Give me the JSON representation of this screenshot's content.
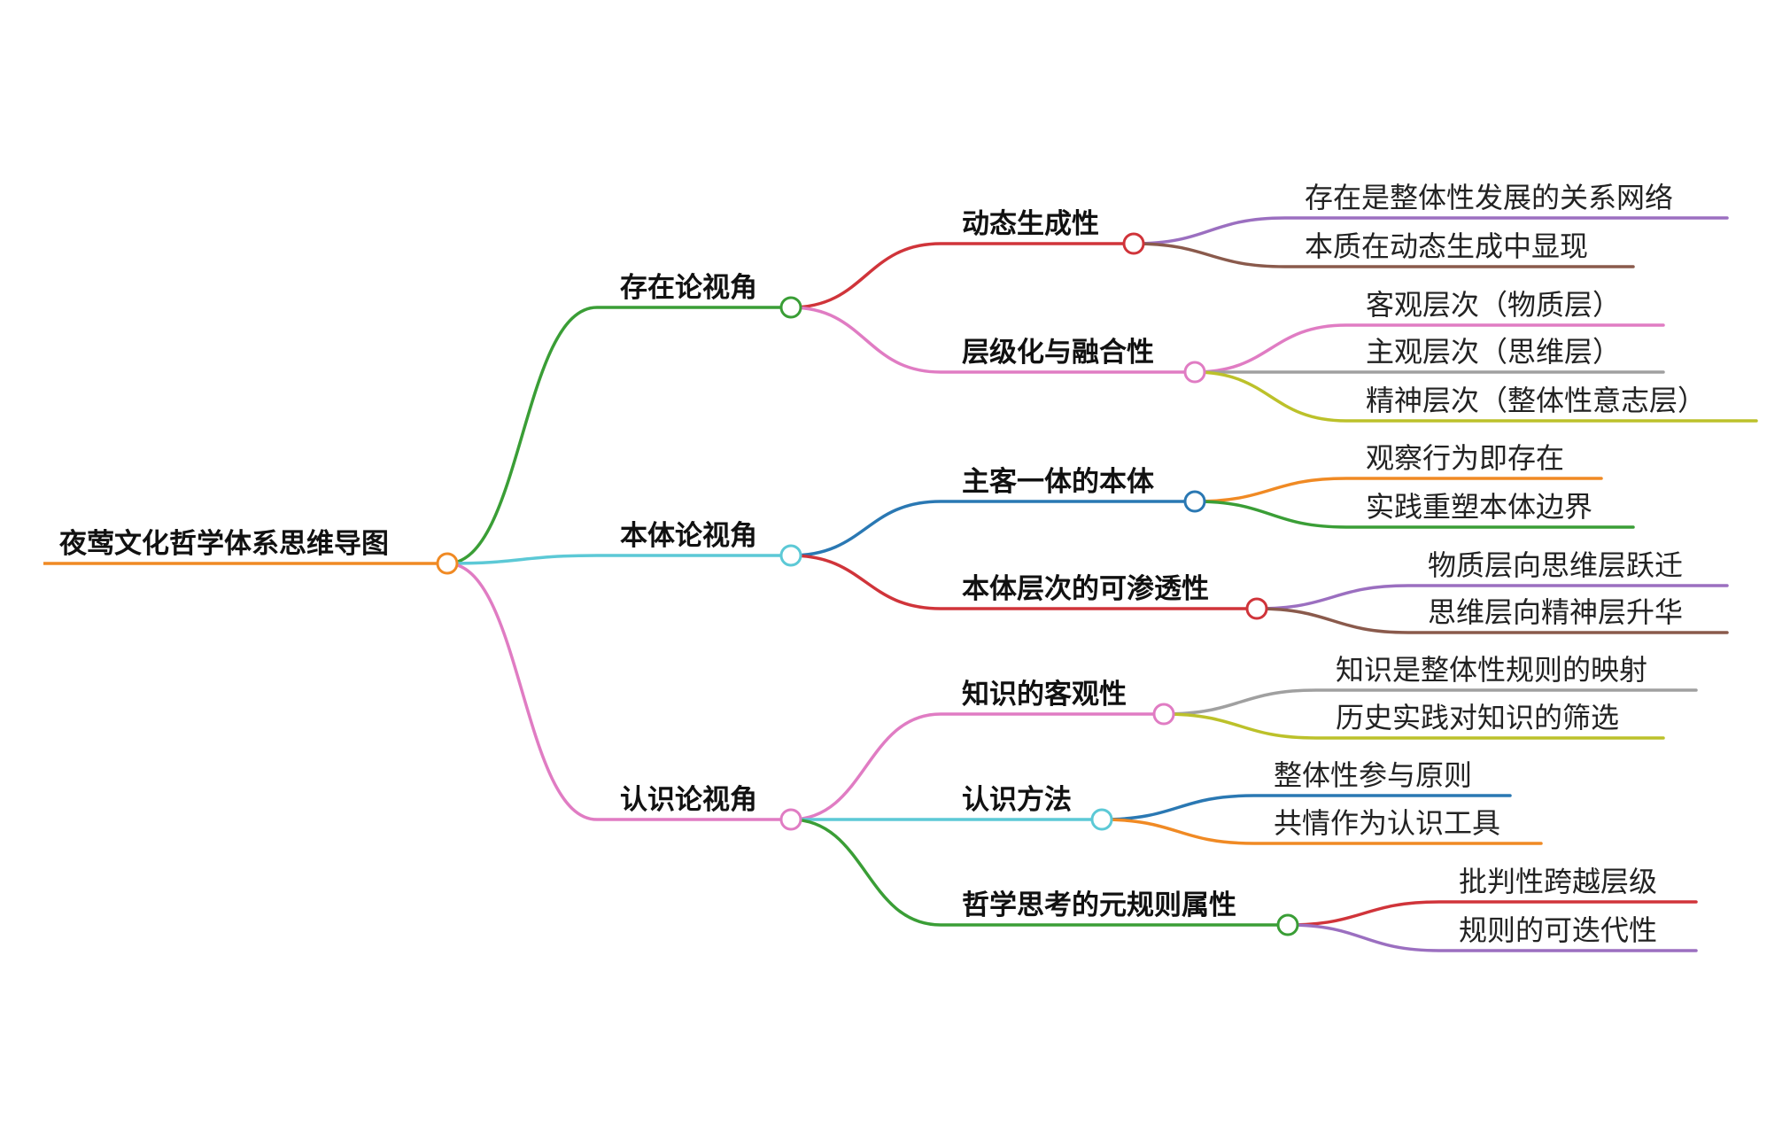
{
  "root": {
    "label": "夜莺文化哲学体系思维导图",
    "color": "#f08a24"
  },
  "branches": [
    {
      "label": "存在论视角",
      "color": "#3a9e36",
      "children": [
        {
          "label": "动态生成性",
          "color": "#d0343a",
          "children": [
            {
              "label": "存在是整体性发展的关系网络",
              "color": "#9b6fc0"
            },
            {
              "label": "本质在动态生成中显现",
              "color": "#8a5a4c"
            }
          ]
        },
        {
          "label": "层级化与融合性",
          "color": "#e07cc3",
          "children": [
            {
              "label": "客观层次（物质层）",
              "color": "#e07cc3"
            },
            {
              "label": "主观层次（思维层）",
              "color": "#a0a0a0"
            },
            {
              "label": "精神层次（整体性意志层）",
              "color": "#bcc12a"
            }
          ]
        }
      ]
    },
    {
      "label": "本体论视角",
      "color": "#5cc9d6",
      "children": [
        {
          "label": "主客一体的本体",
          "color": "#2a78b3",
          "children": [
            {
              "label": "观察行为即存在",
              "color": "#f08a24"
            },
            {
              "label": "实践重塑本体边界",
              "color": "#3a9e36"
            }
          ]
        },
        {
          "label": "本体层次的可渗透性",
          "color": "#d0343a",
          "children": [
            {
              "label": "物质层向思维层跃迁",
              "color": "#9b6fc0"
            },
            {
              "label": "思维层向精神层升华",
              "color": "#8a5a4c"
            }
          ]
        }
      ]
    },
    {
      "label": "认识论视角",
      "color": "#e07cc3",
      "children": [
        {
          "label": "知识的客观性",
          "color": "#e07cc3",
          "children": [
            {
              "label": "知识是整体性规则的映射",
              "color": "#a0a0a0"
            },
            {
              "label": "历史实践对知识的筛选",
              "color": "#bcc12a"
            }
          ]
        },
        {
          "label": "认识方法",
          "color": "#5cc9d6",
          "children": [
            {
              "label": "整体性参与原则",
              "color": "#2a78b3"
            },
            {
              "label": "共情作为认识工具",
              "color": "#f08a24"
            }
          ]
        },
        {
          "label": "哲学思考的元规则属性",
          "color": "#3a9e36",
          "children": [
            {
              "label": "批判性跨越层级",
              "color": "#d0343a"
            },
            {
              "label": "规则的可迭代性",
              "color": "#9b6fc0"
            }
          ]
        }
      ]
    }
  ]
}
